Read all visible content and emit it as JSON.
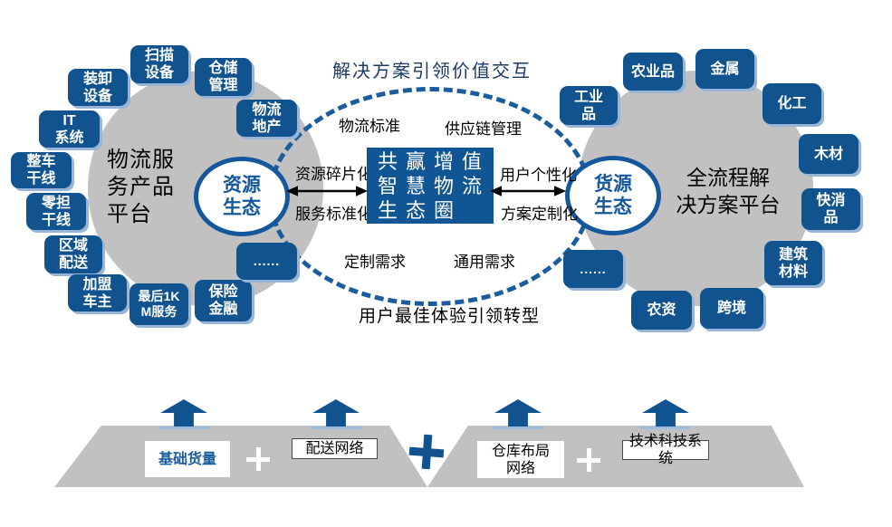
{
  "colors": {
    "pill_blue": "#11538e",
    "pill_highlight": "#98b5d8",
    "dash_blue": "#1b5c9e",
    "core_blue": "#115694",
    "gray": "#c1c1c1",
    "title_navy": "#1a3a66",
    "ellipse_border_blue": "#14579c"
  },
  "header": {
    "top_title": "解决方案引领价值交互",
    "bottom_title": "用户最佳体验引领转型"
  },
  "left_platform": {
    "name": "物流服\n务产品\n平台",
    "ecosystem": "资源\n生态",
    "items": [
      "扫描\n设备",
      "仓储\n管理",
      "装卸\n设备",
      "物流\n地产",
      "IT\n系统",
      "整车\n干线",
      "零担\n干线",
      "区域\n配送",
      "加盟\n车主",
      "最后1K\nM服务",
      "保险\n金融",
      "......"
    ]
  },
  "right_platform": {
    "name": "全流程解\n决方案平台",
    "ecosystem": "货源\n生态",
    "items": [
      "工业\n品",
      "农业品",
      "金属",
      "化工",
      "木材",
      "快消\n品",
      "建筑\n材料",
      "跨境",
      "农资",
      "......"
    ]
  },
  "core": {
    "label": "共赢增值\n智慧物流\n生态圈",
    "around": {
      "top_left": "物流标准",
      "top_right": "供应链管理",
      "mid_left_top": "资源碎片化",
      "mid_left_bottom": "服务标准化",
      "mid_right_top": "用户个性化",
      "mid_right_bottom": "方案定制化",
      "bottom_left": "定制需求",
      "bottom_right": "通用需求"
    }
  },
  "foundation": {
    "blocks": [
      "基础货量",
      "配送网络",
      "仓库布局\n网络",
      "技术科技系统"
    ]
  }
}
